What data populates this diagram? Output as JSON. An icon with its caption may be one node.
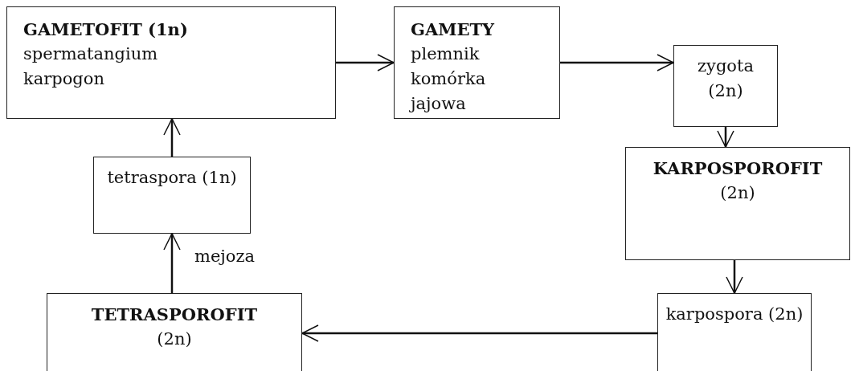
{
  "diagram": {
    "nodes": [
      {
        "text": [
          "GAMETOFIT (1n)",
          "spermatangium",
          "karpogon"
        ]
      },
      {
        "text": [
          "GAMETY",
          "plemnik",
          "komórka jajowa"
        ]
      },
      {
        "text": [
          "zygota (2n)"
        ]
      },
      {
        "text": [
          "KARPOSPOROFIT",
          "(2n)"
        ]
      },
      {
        "text": [
          "karpospora (2n)"
        ]
      },
      {
        "text": [
          "TETRASPOROFIT",
          "(2n)"
        ]
      },
      {
        "text": [
          "tetraspora (1n)"
        ]
      }
    ],
    "edges": [
      {
        "from": 0,
        "to": 1,
        "arrow": "to"
      },
      {
        "from": 1,
        "to": 2,
        "arrow": "to"
      },
      {
        "from": 2,
        "to": 3,
        "arrow": "to"
      },
      {
        "from": 3,
        "to": 4,
        "arrow": "to"
      },
      {
        "from": 4,
        "to": 5,
        "arrow": "to"
      },
      {
        "from": 5,
        "to": 6,
        "arrow": "to",
        "label": "mejoza"
      },
      {
        "from": 6,
        "to": 0,
        "arrow": "to"
      }
    ]
  }
}
